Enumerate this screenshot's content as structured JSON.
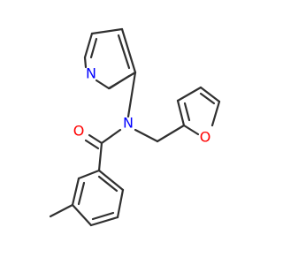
{
  "molecule": {
    "atoms": {
      "O1": {
        "label": "O",
        "color": "#ff0000"
      },
      "N1": {
        "label": "N",
        "color": "#0000ff"
      },
      "N2": {
        "label": "N",
        "color": "#0000ff"
      },
      "O2": {
        "label": "O",
        "color": "#ff0000"
      }
    },
    "bond_color": "#303030"
  }
}
